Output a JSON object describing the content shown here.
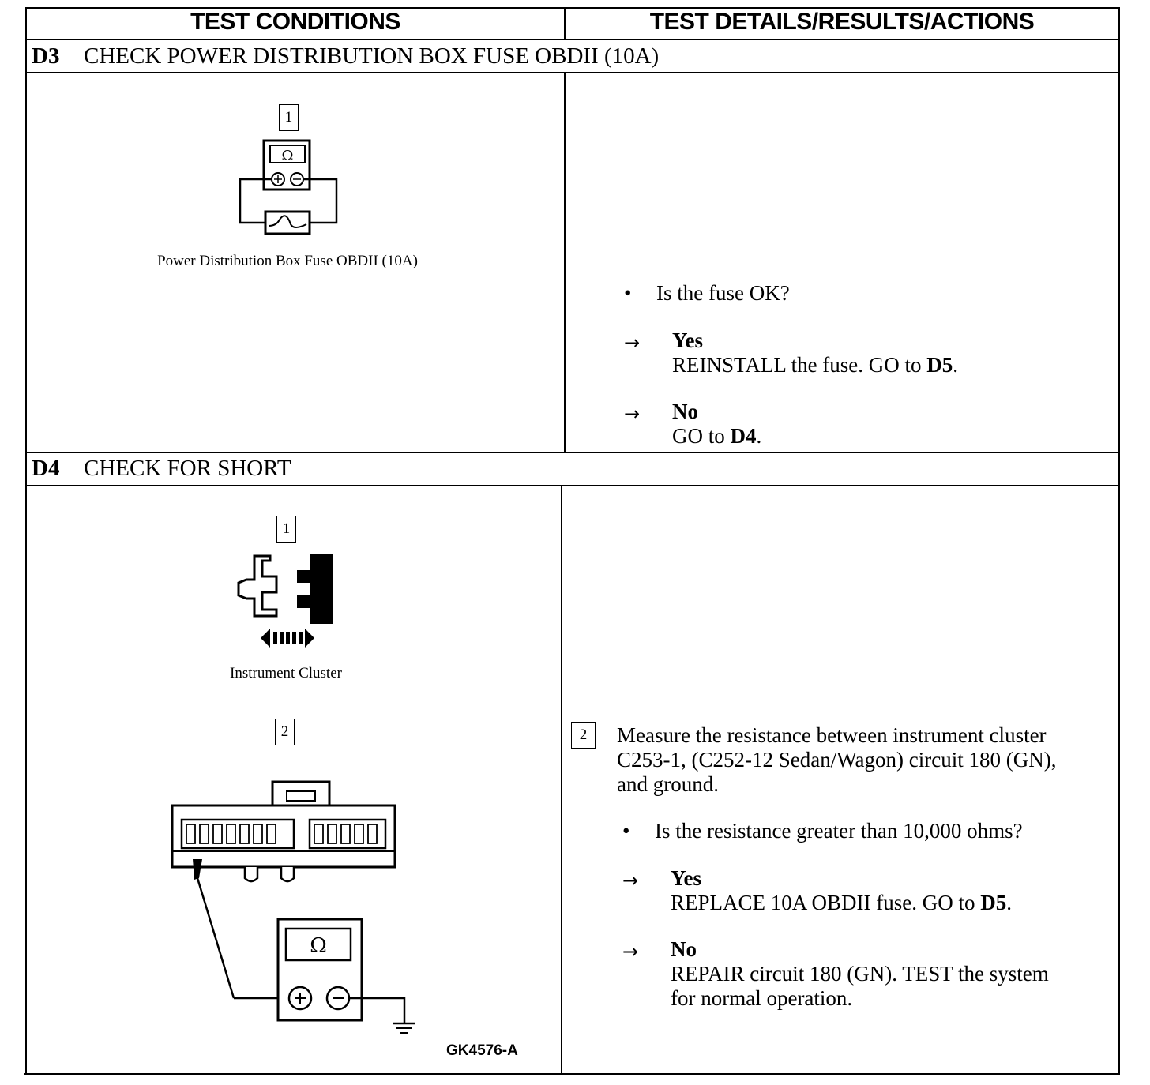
{
  "table": {
    "header_left": "TEST CONDITIONS",
    "header_right": "TEST DETAILS/RESULTS/ACTIONS"
  },
  "d3": {
    "code": "D3",
    "title": "CHECK POWER DISTRIBUTION BOX FUSE OBDII (10A)",
    "step_number": "1",
    "meter_symbol": "Ω",
    "caption": "Power Distribution Box Fuse OBDII (10A)",
    "bullet": "•",
    "question": "Is the fuse OK?",
    "arrow": "→",
    "yes_label": "Yes",
    "yes_action_prefix": "REINSTALL the fuse. GO to ",
    "yes_action_ref": "D5",
    "yes_action_suffix": ".",
    "no_label": "No",
    "no_action_prefix": "GO to ",
    "no_action_ref": "D4",
    "no_action_suffix": "."
  },
  "d4": {
    "code": "D4",
    "title": "CHECK FOR SHORT",
    "step1_number": "1",
    "caption1": "Instrument Cluster",
    "step2_number": "2",
    "meter_symbol": "Ω",
    "figure_id": "GK4576-A",
    "measure_line1": "Measure the resistance between instrument cluster",
    "measure_line2": "C253-1, (C252-12 Sedan/Wagon) circuit 180 (GN),",
    "measure_line3": "and ground.",
    "bullet": "•",
    "question": "Is the resistance greater than 10,000 ohms?",
    "arrow": "→",
    "yes_label": "Yes",
    "yes_action_prefix": "REPLACE 10A OBDII fuse. GO to ",
    "yes_action_ref": "D5",
    "yes_action_suffix": ".",
    "no_label": "No",
    "no_action_line1": "REPAIR circuit 180 (GN). TEST the system",
    "no_action_line2": "for normal operation."
  }
}
